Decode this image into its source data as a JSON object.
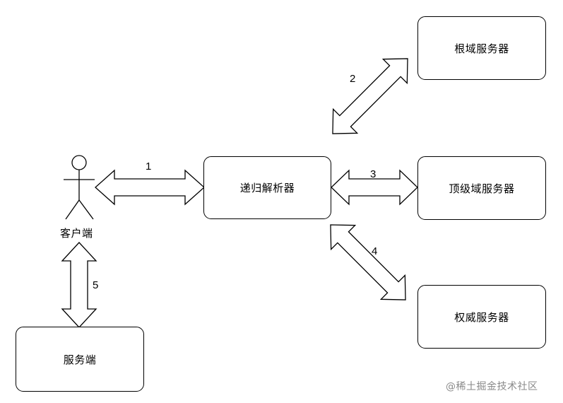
{
  "nodes": {
    "client": "客户端",
    "recursive_resolver": "递归解析器",
    "root_server": "根域服务器",
    "tld_server": "顶级域服务器",
    "authoritative_server": "权威服务器",
    "server": "服务端"
  },
  "steps": {
    "s1": "1",
    "s2": "2",
    "s3": "3",
    "s4": "4",
    "s5": "5"
  },
  "watermark": "@稀土掘金技术社区"
}
